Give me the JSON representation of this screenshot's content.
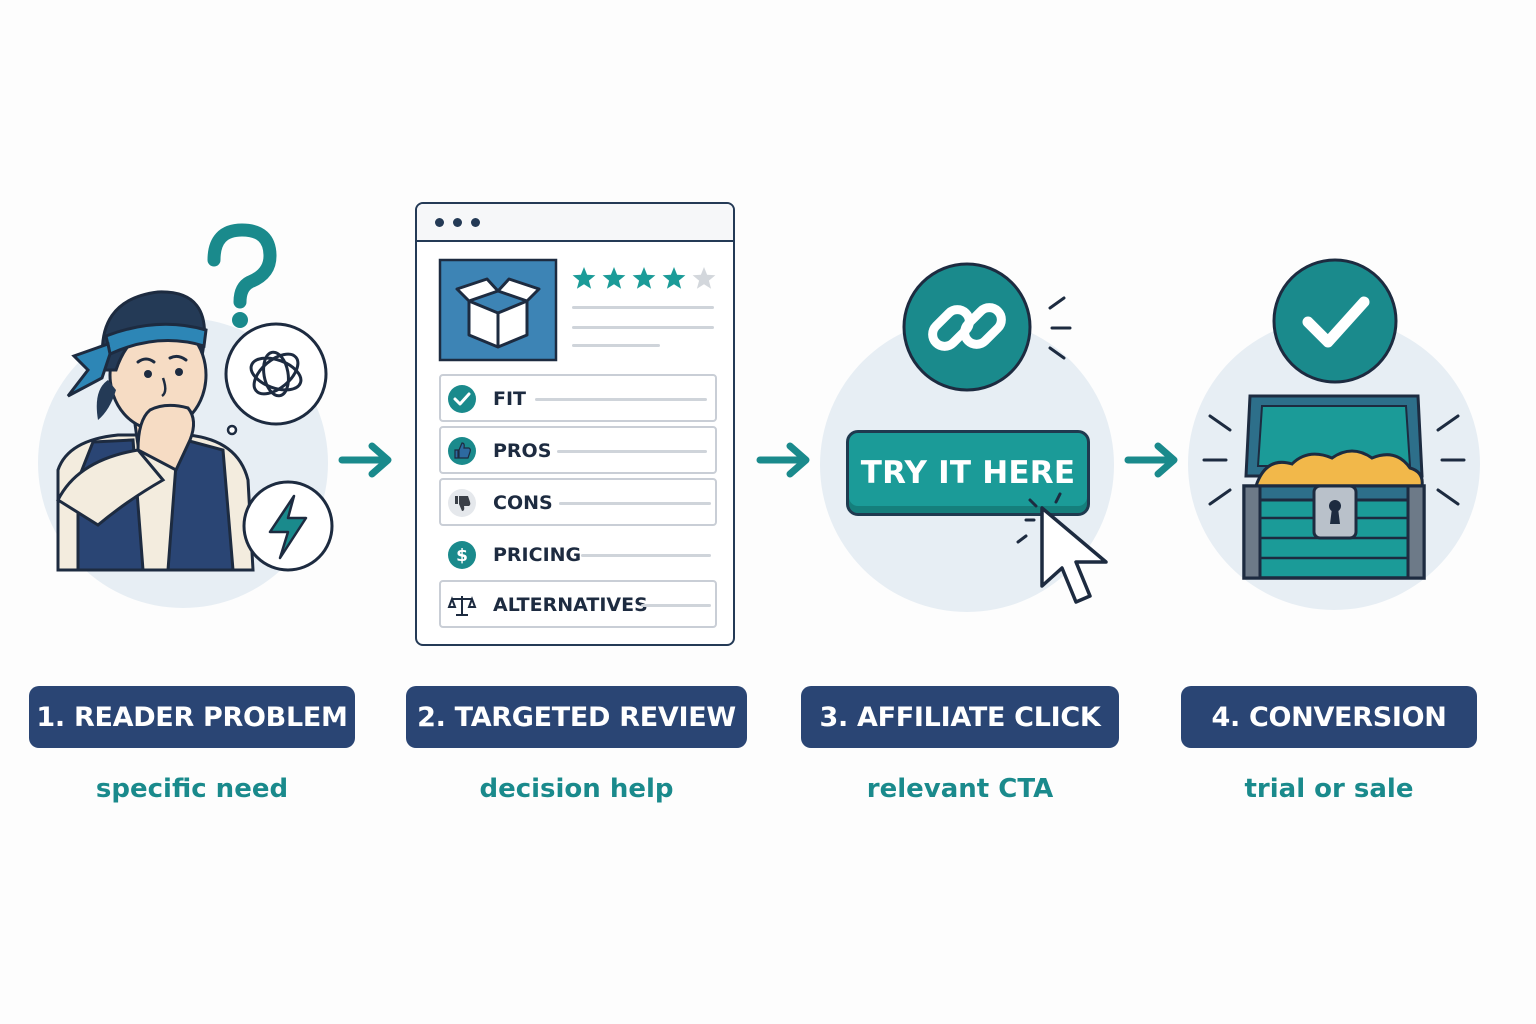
{
  "colors": {
    "navy": "#2a4574",
    "teal": "#1a8a8c",
    "teal_fill": "#1b9b98",
    "light_circle": "#e7eef4",
    "outline": "#243a56"
  },
  "steps": [
    {
      "label": "1. READER PROBLEM",
      "caption": "specific need",
      "icon": "confused-reader-icon"
    },
    {
      "label": "2. TARGETED REVIEW",
      "caption": "decision help",
      "icon": "review-page-icon"
    },
    {
      "label": "3. AFFILIATE CLICK",
      "caption": "relevant CTA",
      "icon": "link-click-icon"
    },
    {
      "label": "4. CONVERSION",
      "caption": "trial or sale",
      "icon": "treasure-chest-icon"
    }
  ],
  "review": {
    "rating_stars": 4,
    "max_stars": 5,
    "rows": [
      {
        "label": "FIT",
        "icon": "checkmark-icon"
      },
      {
        "label": "PROS",
        "icon": "thumbs-up-icon"
      },
      {
        "label": "CONS",
        "icon": "thumbs-down-icon"
      },
      {
        "label": "PRICING",
        "icon": "dollar-icon"
      },
      {
        "label": "ALTERNATIVES",
        "icon": "scales-icon"
      }
    ]
  },
  "cta": {
    "button_text": "TRY IT HERE"
  }
}
